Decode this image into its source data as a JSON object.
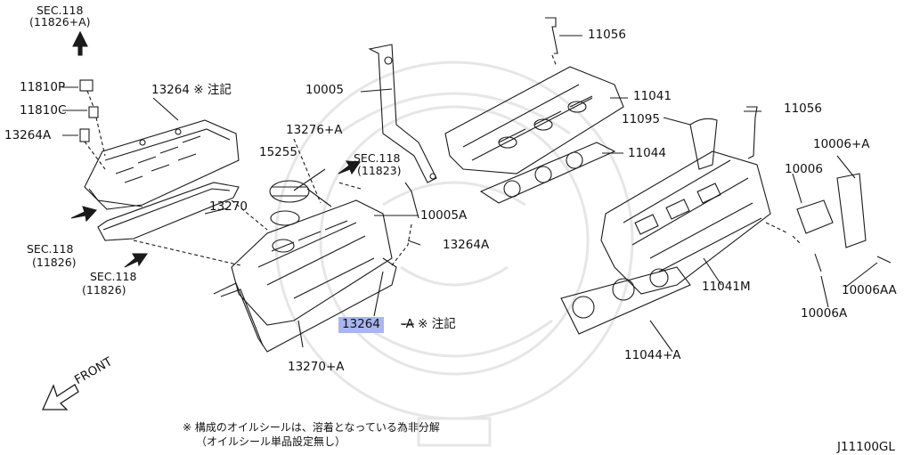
{
  "colors": {
    "ink": "#1a1a1a",
    "highlight": "#a9b6ef",
    "watermark": "#e6e6e6"
  },
  "labels": {
    "sec118_a_line1": "SEC.118",
    "sec118_a_line2": "(11826+A)",
    "p11810P": "11810P",
    "p11810C": "11810C",
    "p13264A_left": "13264A",
    "p13264_note": "13264 ※ 注記",
    "p10005": "10005",
    "p13276A": "13276+A",
    "p15255": "15255",
    "p13270": "13270",
    "sec118_b_line1": "SEC.118",
    "sec118_b_line2": "(11826)",
    "sec118_c_line1": "SEC.118",
    "sec118_c_line2": "(11826)",
    "sec118_d_line1": "SEC.118",
    "sec118_d_line2": "(11823)",
    "p11056_top": "11056",
    "p11041": "11041",
    "p11095": "11095",
    "p11044": "11044",
    "p11056_right": "11056",
    "p10006A_top": "10006+A",
    "p10006": "10006",
    "p10005A": "10005A",
    "p13264A_mid": "13264A",
    "p11041M": "11041M",
    "p10006AA": "10006AA",
    "p10006A": "10006A",
    "p13264_highlight": "13264",
    "p13264_suffix": "-A ※ 注記",
    "p13270A": "13270+A",
    "p11044A": "11044+A",
    "front": "FRONT"
  },
  "notes": {
    "line1": "※ 構成のオイルシールは、溶着となっている為非分解",
    "line2": "（オイルシール単品設定無し）"
  },
  "diagram_code": "J11100GL"
}
